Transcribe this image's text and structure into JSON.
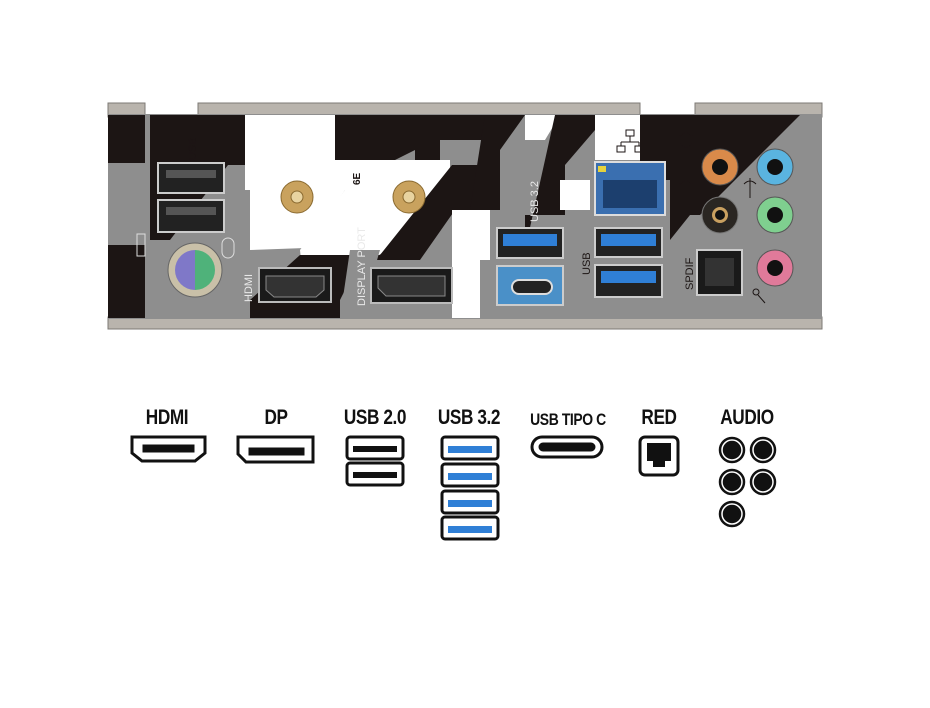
{
  "panel": {
    "labels": {
      "usb_left": "USB",
      "hdmi": "HDMI",
      "display_port": "DISPLAY PORT",
      "usb32": "USB 3.2",
      "usb_right": "USB",
      "spdif": "SPDIF"
    },
    "wifi_logo": "6E"
  },
  "legend": {
    "items": [
      {
        "label": "HDMI"
      },
      {
        "label": "DP"
      },
      {
        "label": "USB 2.0"
      },
      {
        "label": "USB 3.2"
      },
      {
        "label": "USB TIPO C"
      },
      {
        "label": "RED"
      },
      {
        "label": "AUDIO"
      }
    ]
  },
  "colors": {
    "usb3_blue": "#2f7fd6",
    "panel_gray": "#8e8e8e",
    "antenna_gold": "#c9a25e",
    "audio_orange": "#d98a4a",
    "audio_blue": "#5ab4e0",
    "audio_green": "#7fcf8f",
    "audio_pink": "#e07a9a"
  }
}
